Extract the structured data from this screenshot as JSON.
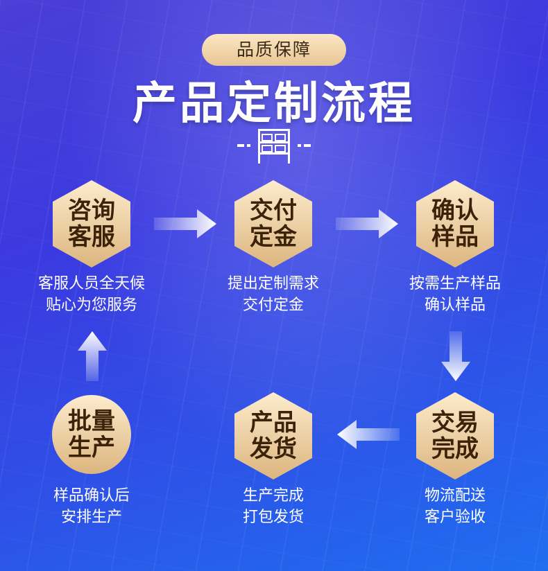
{
  "header": {
    "badge": "品质保障",
    "title": "产品定制流程"
  },
  "steps": [
    {
      "title_line1": "咨询",
      "title_line2": "客服",
      "desc_line1": "客服人员全天候",
      "desc_line2": "贴心为您服务"
    },
    {
      "title_line1": "交付",
      "title_line2": "定金",
      "desc_line1": "提出定制需求",
      "desc_line2": "交付定金"
    },
    {
      "title_line1": "确认",
      "title_line2": "样品",
      "desc_line1": "按需生产样品",
      "desc_line2": "确认样品"
    },
    {
      "title_line1": "交易",
      "title_line2": "完成",
      "desc_line1": "物流配送",
      "desc_line2": "客户验收"
    },
    {
      "title_line1": "产品",
      "title_line2": "发货",
      "desc_line1": "生产完成",
      "desc_line2": "打包发货"
    },
    {
      "title_line1": "批量",
      "title_line2": "生产",
      "desc_line1": "样品确认后",
      "desc_line2": "安排生产"
    }
  ],
  "colors": {
    "gold_light": "#fbe7c4",
    "gold_dark": "#d9b27a",
    "text_dark": "#3b2208"
  },
  "icons": [
    "shelf-icon",
    "arrow-right-icon",
    "arrow-down-icon",
    "arrow-left-icon",
    "arrow-up-icon"
  ]
}
